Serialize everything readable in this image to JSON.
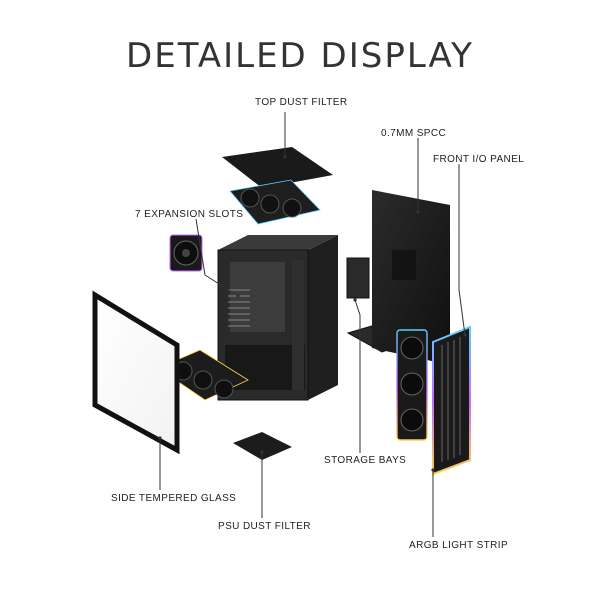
{
  "title": "DETAILED DISPLAY",
  "labels": {
    "top_dust_filter": "TOP DUST FILTER",
    "spcc": "0.7MM SPCC",
    "front_io_panel": "FRONT I/O PANEL",
    "expansion_slots": "7 EXPANSION  SLOTS",
    "storage_bays": "STORAGE BAYS",
    "side_tempered_glass": "SIDE TEMPERED GLASS",
    "psu_dust_filter": "PSU DUST FILTER",
    "argb_light_strip": "ARGB LIGHT STRIP"
  },
  "colors": {
    "panel": "#1b1b1b",
    "case": "#2a2a2a",
    "leader": "#333333",
    "rgb_a": "#5ad1ff",
    "rgb_b": "#c56bff",
    "rgb_c": "#ffd24a"
  }
}
